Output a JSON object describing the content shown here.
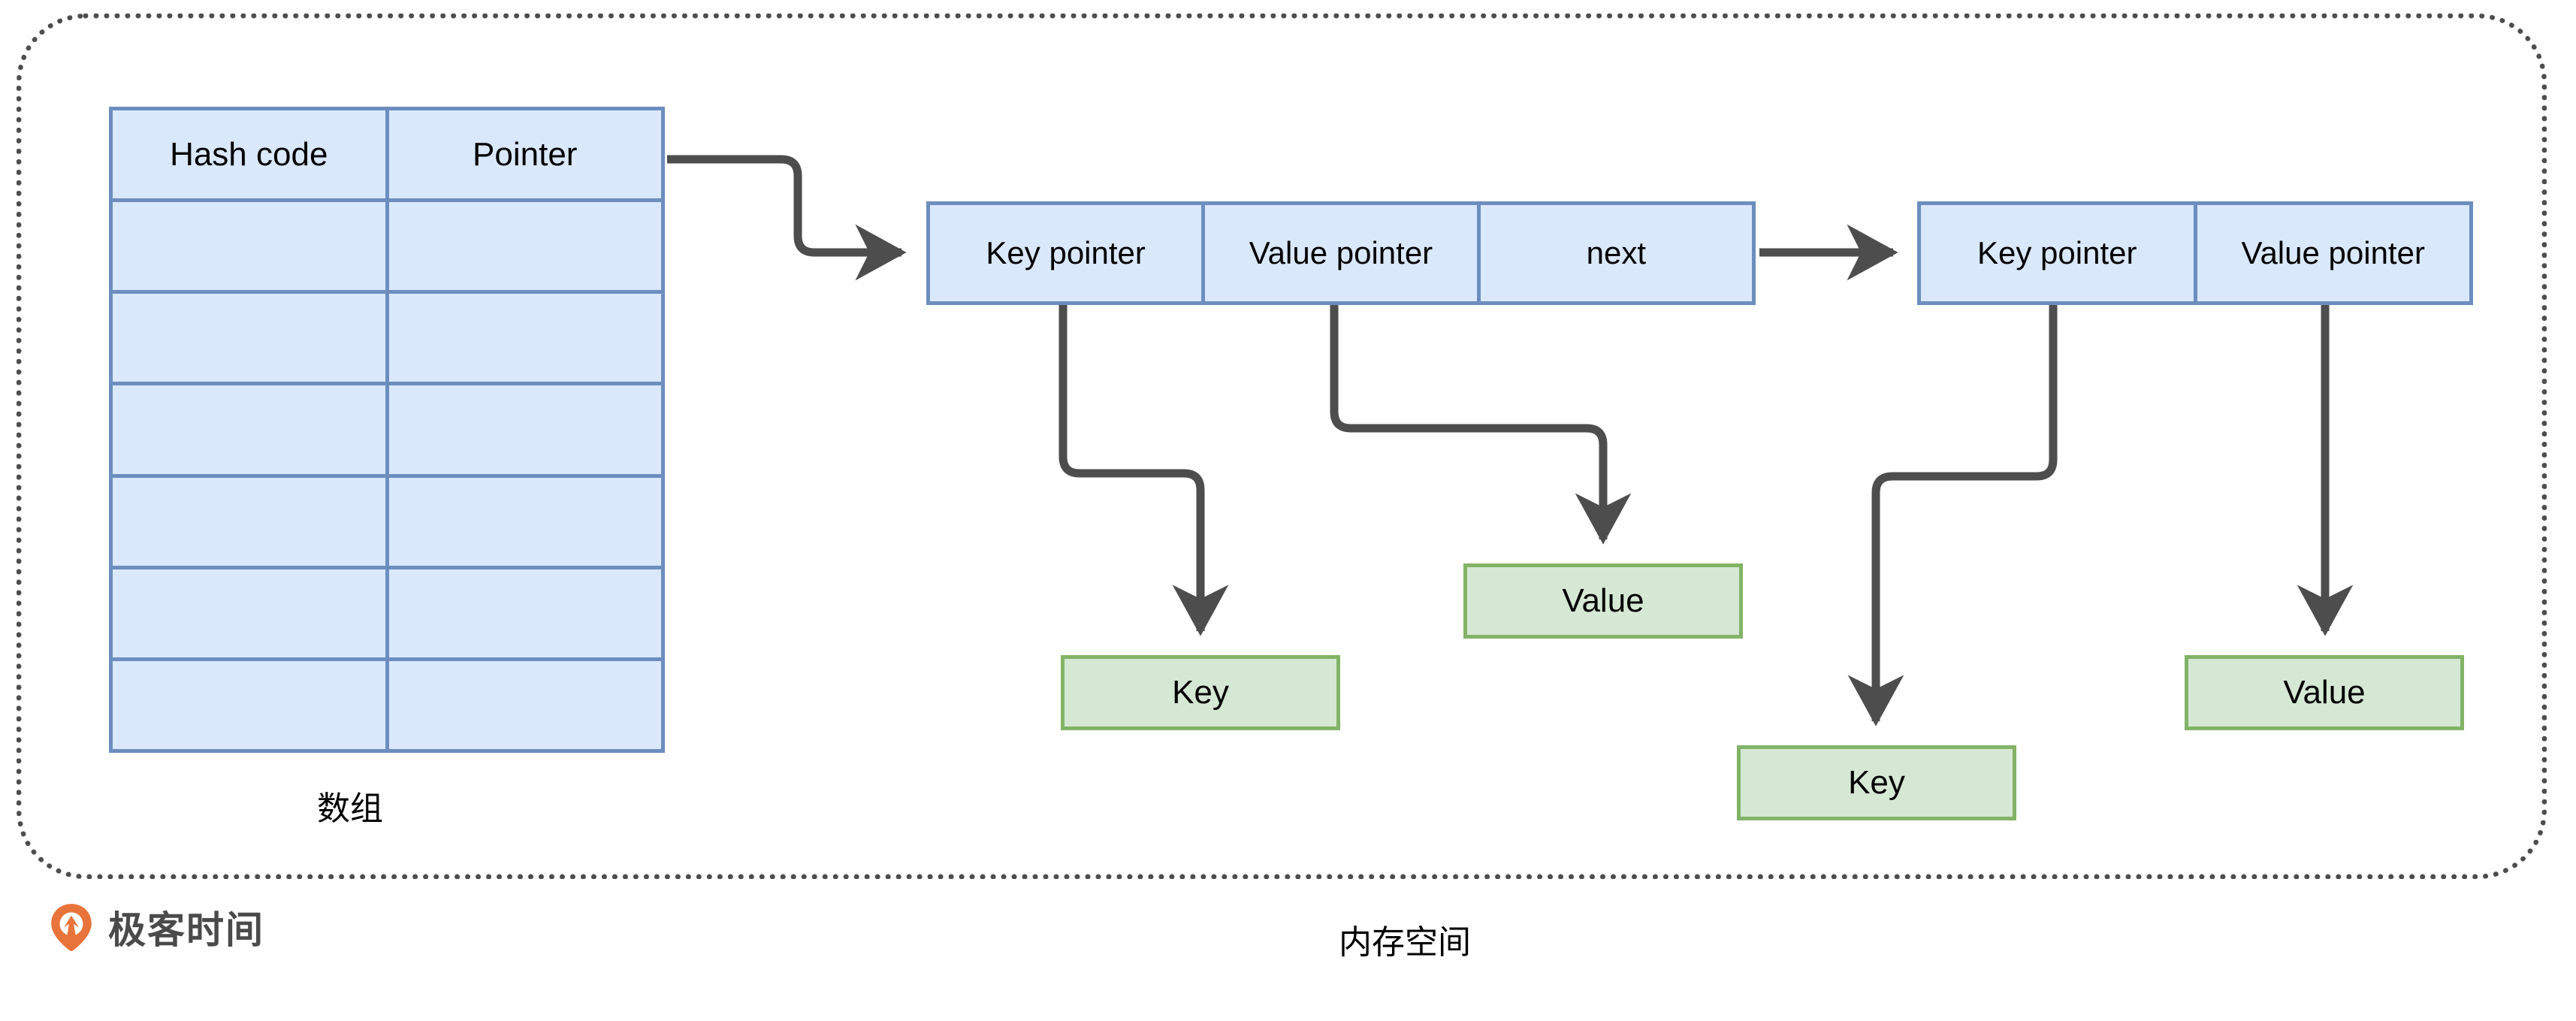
{
  "diagram": {
    "title_bottom": "内存空间",
    "array_label": "数组",
    "colors": {
      "blue_fill": "#dae8fc",
      "blue_border": "#6c8ebf",
      "green_fill": "#d5e8d4",
      "green_border": "#82b366",
      "arrow": "#4d4d4d",
      "container_border": "#4d4d4d",
      "logo_orange": "#e8743b"
    },
    "array_table": {
      "headers": [
        "Hash code",
        "Pointer"
      ],
      "empty_row_count": 6,
      "rows": [
        [
          "",
          ""
        ],
        [
          "",
          ""
        ],
        [
          "",
          ""
        ],
        [
          "",
          ""
        ],
        [
          "",
          ""
        ],
        [
          "",
          ""
        ]
      ]
    },
    "nodes": [
      {
        "id": "node-1",
        "cells": [
          "Key pointer",
          "Value pointer",
          "next"
        ]
      },
      {
        "id": "node-2",
        "cells": [
          "Key pointer",
          "Value pointer"
        ]
      }
    ],
    "data_boxes": [
      {
        "id": "key-box-1",
        "label": "Key"
      },
      {
        "id": "value-box-1",
        "label": "Value"
      },
      {
        "id": "key-box-2",
        "label": "Key"
      },
      {
        "id": "value-box-2",
        "label": "Value"
      }
    ],
    "connectors": [
      {
        "from": "array-pointer-cell",
        "to": "node-1",
        "style": "orthogonal-rounded"
      },
      {
        "from": "node-1-next",
        "to": "node-2",
        "style": "straight-horizontal"
      },
      {
        "from": "node-1-key-pointer",
        "to": "key-box-1",
        "style": "orthogonal-rounded"
      },
      {
        "from": "node-1-value-pointer",
        "to": "value-box-1",
        "style": "orthogonal-rounded"
      },
      {
        "from": "node-2-key-pointer",
        "to": "key-box-2",
        "style": "orthogonal-rounded"
      },
      {
        "from": "node-2-value-pointer",
        "to": "value-box-2",
        "style": "straight-vertical"
      }
    ]
  },
  "brand": {
    "name": "极客时间"
  }
}
